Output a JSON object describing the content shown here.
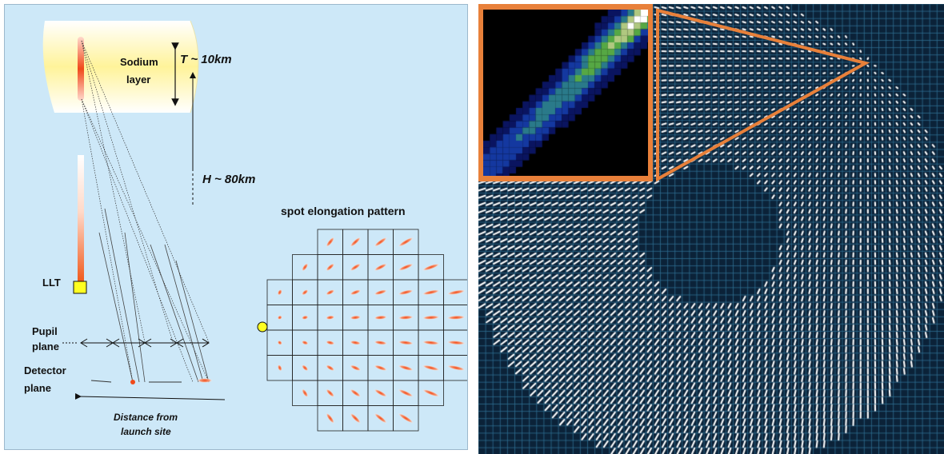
{
  "left": {
    "sodium_layer_label_line1": "Sodium",
    "sodium_layer_label_line2": "layer",
    "thickness_label": "T ~ 10km",
    "height_label": "H ~ 80km",
    "llt_label": "LLT",
    "pupil_label_line1": "Pupil",
    "pupil_label_line2": "plane",
    "detector_label_line1": "Detector",
    "detector_label_line2": "plane",
    "distance_label_line1": "Distance from",
    "distance_label_line2": "launch site",
    "pattern_title": "spot elongation pattern"
  },
  "colors": {
    "panel_bg": "#cde8f8",
    "laser": "#f36a2d",
    "sodium_glow": "#fff6a8",
    "inset_frame": "#e8803a",
    "sensor_bg": "#0b2238",
    "spot": "#ffffff"
  }
}
